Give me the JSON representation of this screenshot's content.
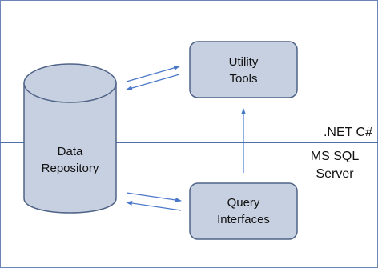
{
  "diagram": {
    "nodes": {
      "data_repository": {
        "line1": "Data",
        "line2": "Repository"
      },
      "utility_tools": {
        "line1": "Utility",
        "line2": "Tools"
      },
      "query_interfaces": {
        "line1": "Query",
        "line2": "Interfaces"
      }
    },
    "labels": {
      "net_csharp": ".NET C#",
      "ms_sql_line1": "MS SQL",
      "ms_sql_line2": "Server"
    },
    "colors": {
      "fill": "#c7d0e0",
      "stroke": "#4f6387",
      "boundary": "#4f6fa6",
      "frame": "#6b86b6",
      "arrow": "#4a78c8"
    }
  }
}
